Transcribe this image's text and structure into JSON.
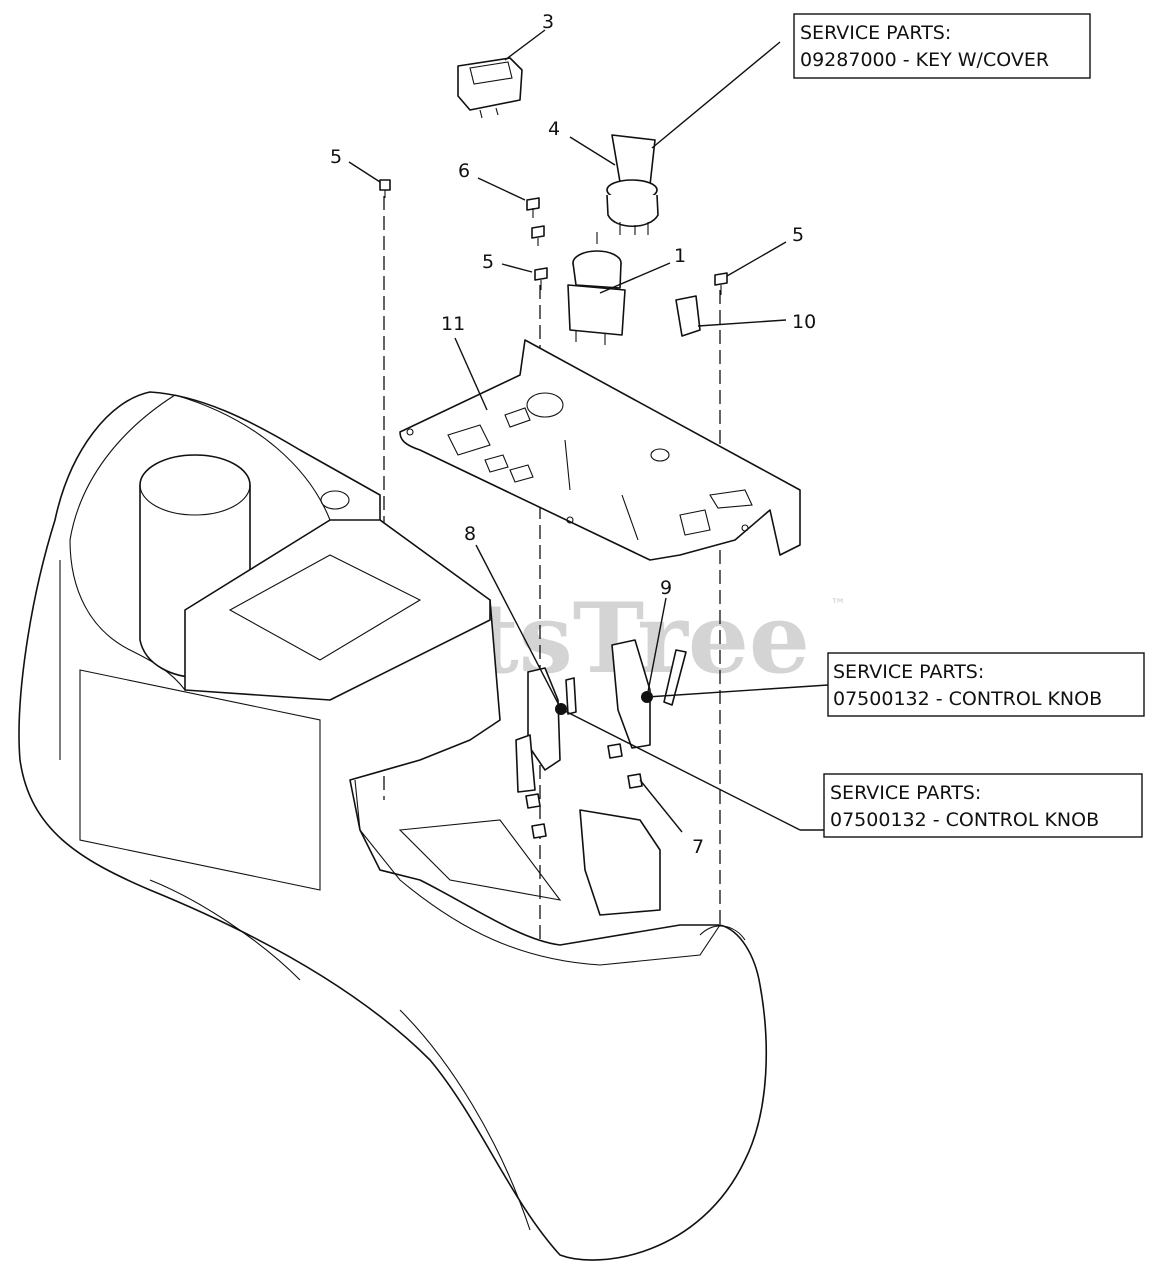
{
  "watermark": {
    "text": "PartsTree",
    "tm": "™"
  },
  "callouts": {
    "c1": "1",
    "c3": "3",
    "c4": "4",
    "c5a": "5",
    "c5b": "5",
    "c5c": "5",
    "c6": "6",
    "c7": "7",
    "c8": "8",
    "c9": "9",
    "c10": "10",
    "c11": "11"
  },
  "service_boxes": [
    {
      "title": "SERVICE PARTS:",
      "part": "09287000 - KEY W/COVER"
    },
    {
      "title": "SERVICE PARTS:",
      "part": "07500132 - CONTROL KNOB"
    },
    {
      "title": "SERVICE PARTS:",
      "part": "07500132 - CONTROL KNOB"
    }
  ]
}
